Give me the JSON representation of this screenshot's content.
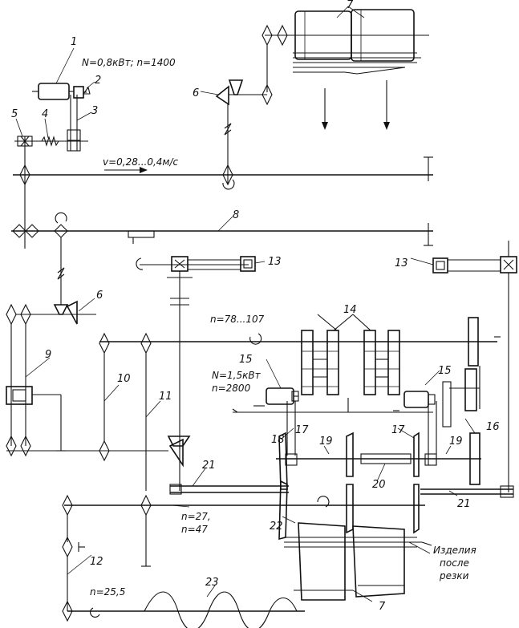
{
  "labels": {
    "l1": "1",
    "l2": "2",
    "l3": "3",
    "l4": "4",
    "l5": "5",
    "l6a": "6",
    "l6b": "6",
    "l7a": "7",
    "l7b": "7",
    "l8": "8",
    "l9": "9",
    "l10": "10",
    "l11": "11",
    "l12": "12",
    "l13a": "13",
    "l13b": "13",
    "l14": "14",
    "l15a": "15",
    "l15b": "15",
    "l16": "16",
    "l17a": "17",
    "l17b": "17",
    "l18": "18",
    "l19a": "19",
    "l19b": "19",
    "l20": "20",
    "l21a": "21",
    "l21b": "21",
    "l22": "22",
    "l23": "23"
  },
  "annotations": {
    "motor1": "N=0,8кВт; n=1400",
    "speed": "v=0,28...0,4м/с",
    "n_main": "n=78...107",
    "motor15_power": "N=1,5кВт",
    "motor15_speed": "n=2800",
    "n_27": "n=27,",
    "n_47": "n=47",
    "n_255": "n=25,5",
    "cut_1": "Изделия",
    "cut_2": "после",
    "cut_3": "резки"
  }
}
